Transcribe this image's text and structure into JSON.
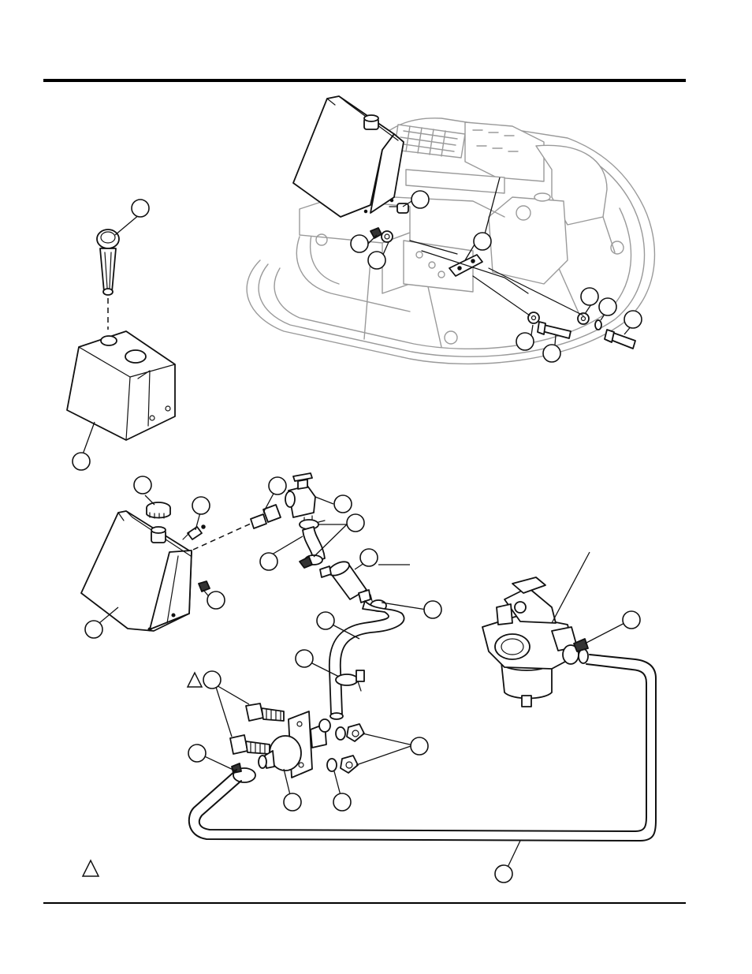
{
  "diagram": {
    "kind": "exploded parts view",
    "top_rule_color": "#000000",
    "callout_labels_printed": false,
    "callouts": [
      {
        "name": "fill-cap-gauge"
      },
      {
        "name": "fuel-tank-small"
      },
      {
        "name": "mount-bracket-nut"
      },
      {
        "name": "mount-washer"
      },
      {
        "name": "mount-spacer-upper"
      },
      {
        "name": "mount-clamp-plate"
      },
      {
        "name": "mount-flat-washer-right"
      },
      {
        "name": "mount-lock-washer"
      },
      {
        "name": "mount-bolt-right"
      },
      {
        "name": "mount-flat-washer-left"
      },
      {
        "name": "mount-bolt-left"
      },
      {
        "name": "tank-cap"
      },
      {
        "name": "tank-vent-clamp"
      },
      {
        "name": "hose-fitting"
      },
      {
        "name": "shut-off-valve"
      },
      {
        "name": "hose-clamp-upper"
      },
      {
        "name": "fuel-hose-short"
      },
      {
        "name": "fuel-filter"
      },
      {
        "name": "filter-hose-clamp"
      },
      {
        "name": "fuel-hose-mid"
      },
      {
        "name": "fuel-tank"
      },
      {
        "name": "tank-drain-nut"
      },
      {
        "name": "pump-hose-clamp"
      },
      {
        "name": "pump-bolt"
      },
      {
        "name": "pump-inlet-clamp"
      },
      {
        "name": "fuel-pump"
      },
      {
        "name": "pump-washer"
      },
      {
        "name": "pump-nut"
      },
      {
        "name": "fuel-line-long"
      },
      {
        "name": "carb-hose-clamp"
      },
      {
        "name": "carburetor"
      }
    ],
    "note_symbol": "triangle-icon"
  }
}
